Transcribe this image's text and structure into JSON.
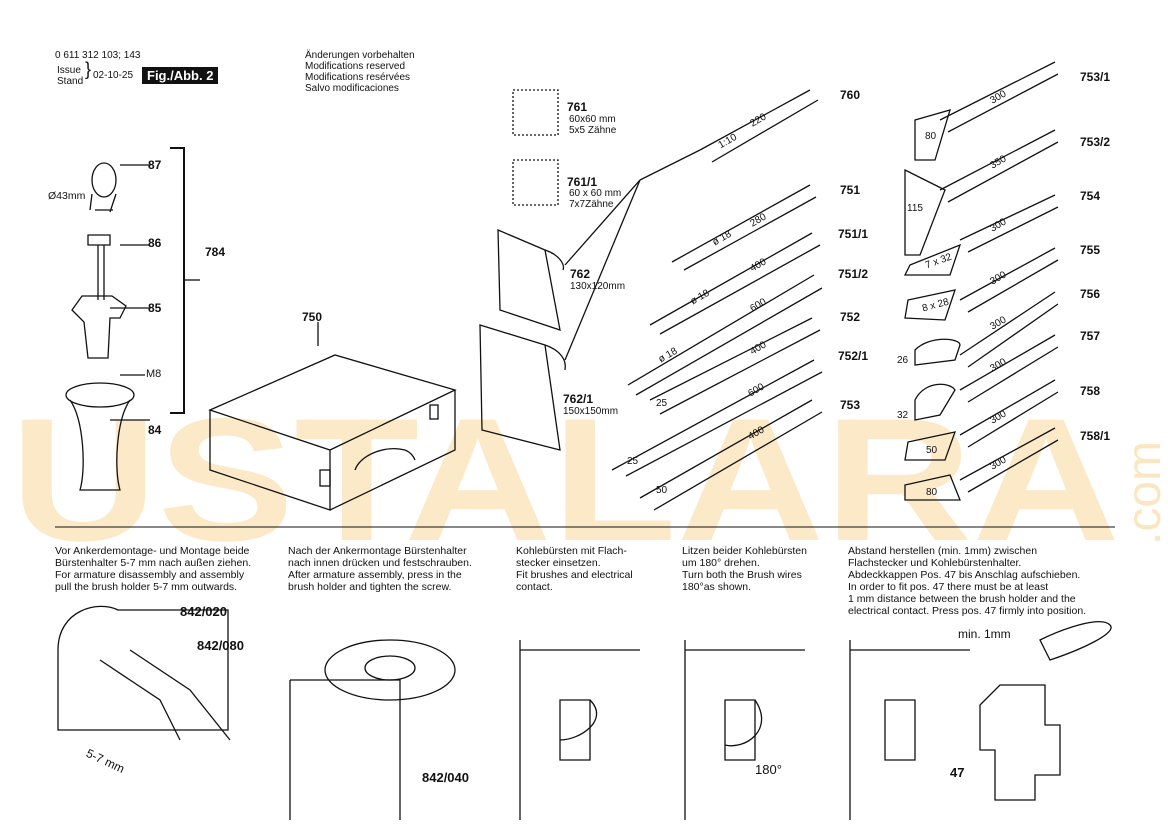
{
  "header": {
    "part_no": "0 611 312 103; 143",
    "issue_label": "Issue",
    "stand_label": "Stand",
    "date": "02-10-25",
    "fig": "Fig./Abb. 2",
    "mods": [
      "Änderungen vorbehalten",
      "Modifications reserved",
      "Modifications resérvées",
      "Salvo modificaciones"
    ]
  },
  "watermark": {
    "text": "USTALARA",
    "com": ".com",
    "color": "#f7d79a",
    "color2": "#b9d6ef"
  },
  "left_parts": {
    "p87": "87",
    "p86": "86",
    "p85": "85",
    "p84": "84",
    "p784": "784",
    "m8": "M8",
    "dia": "Ø43mm"
  },
  "case": {
    "label": "750"
  },
  "blocks": [
    {
      "id": "761",
      "l1": "60x60 mm",
      "l2": "5x5 Zähne"
    },
    {
      "id": "761/1",
      "l1": "60 x 60 mm",
      "l2": "7x7Zähne"
    },
    {
      "id": "762",
      "l1": "130x120mm"
    },
    {
      "id": "762/1",
      "l1": "150x150mm"
    }
  ],
  "tools_mid": [
    {
      "id": "760",
      "size": "220",
      "extra": "1:10"
    },
    {
      "id": "751",
      "size": "280",
      "extra": "ø 18"
    },
    {
      "id": "751/1",
      "size": "400",
      "extra": "ø 18"
    },
    {
      "id": "751/2",
      "size": "600",
      "extra": "ø 18"
    },
    {
      "id": "752",
      "size": "400",
      "extra": "25"
    },
    {
      "id": "752/1",
      "size": "600",
      "extra": "25"
    },
    {
      "id": "753",
      "size": "400",
      "extra": "50"
    }
  ],
  "tools_right": [
    {
      "id": "753/1",
      "size": "300",
      "extra": "80"
    },
    {
      "id": "753/2",
      "size": "350",
      "extra": "115"
    },
    {
      "id": "754",
      "size": "300",
      "extra": "7 x 32"
    },
    {
      "id": "755",
      "size": "300",
      "extra": "8 x 28"
    },
    {
      "id": "756",
      "size": "300",
      "extra": "26"
    },
    {
      "id": "757",
      "size": "300",
      "extra": "32"
    },
    {
      "id": "758",
      "size": "300",
      "extra": "50"
    },
    {
      "id": "758/1",
      "size": "300",
      "extra": "80"
    }
  ],
  "instructions": [
    "Vor Ankerdemontage- und Montage beide\nBürstenhalter 5-7 mm nach außen ziehen.\nFor armature disassembly and assembly\npull the brush holder 5-7 mm outwards.",
    "Nach der Ankermontage Bürstenhalter\nnach innen drücken und festschrauben.\nAfter armature assembly, press in the\nbrush holder and tighten the screw.",
    "Kohlebürsten mit Flach-\nstecker einsetzen.\nFit brushes and electrical\ncontact.",
    "Litzen beider Kohlebürsten\num 180° drehen.\nTurn both the Brush wires\n180°as shown.",
    "Abstand herstellen (min. 1mm) zwischen\nFlachstecker und Kohlebürstenhalter.\nAbdeckkappen Pos. 47 bis Anschlag aufschieben.\nIn order to fit pos. 47 there must be at least\n1 mm distance between the brush holder and the\nelectrical contact. Press pos. 47 firmly into position."
  ],
  "callouts": {
    "c842_020": "842/020",
    "c842_080": "842/080",
    "c842_040": "842/040",
    "mm57": "5-7 mm",
    "deg180": "180°",
    "min1": "min. 1mm",
    "p47": "47"
  }
}
